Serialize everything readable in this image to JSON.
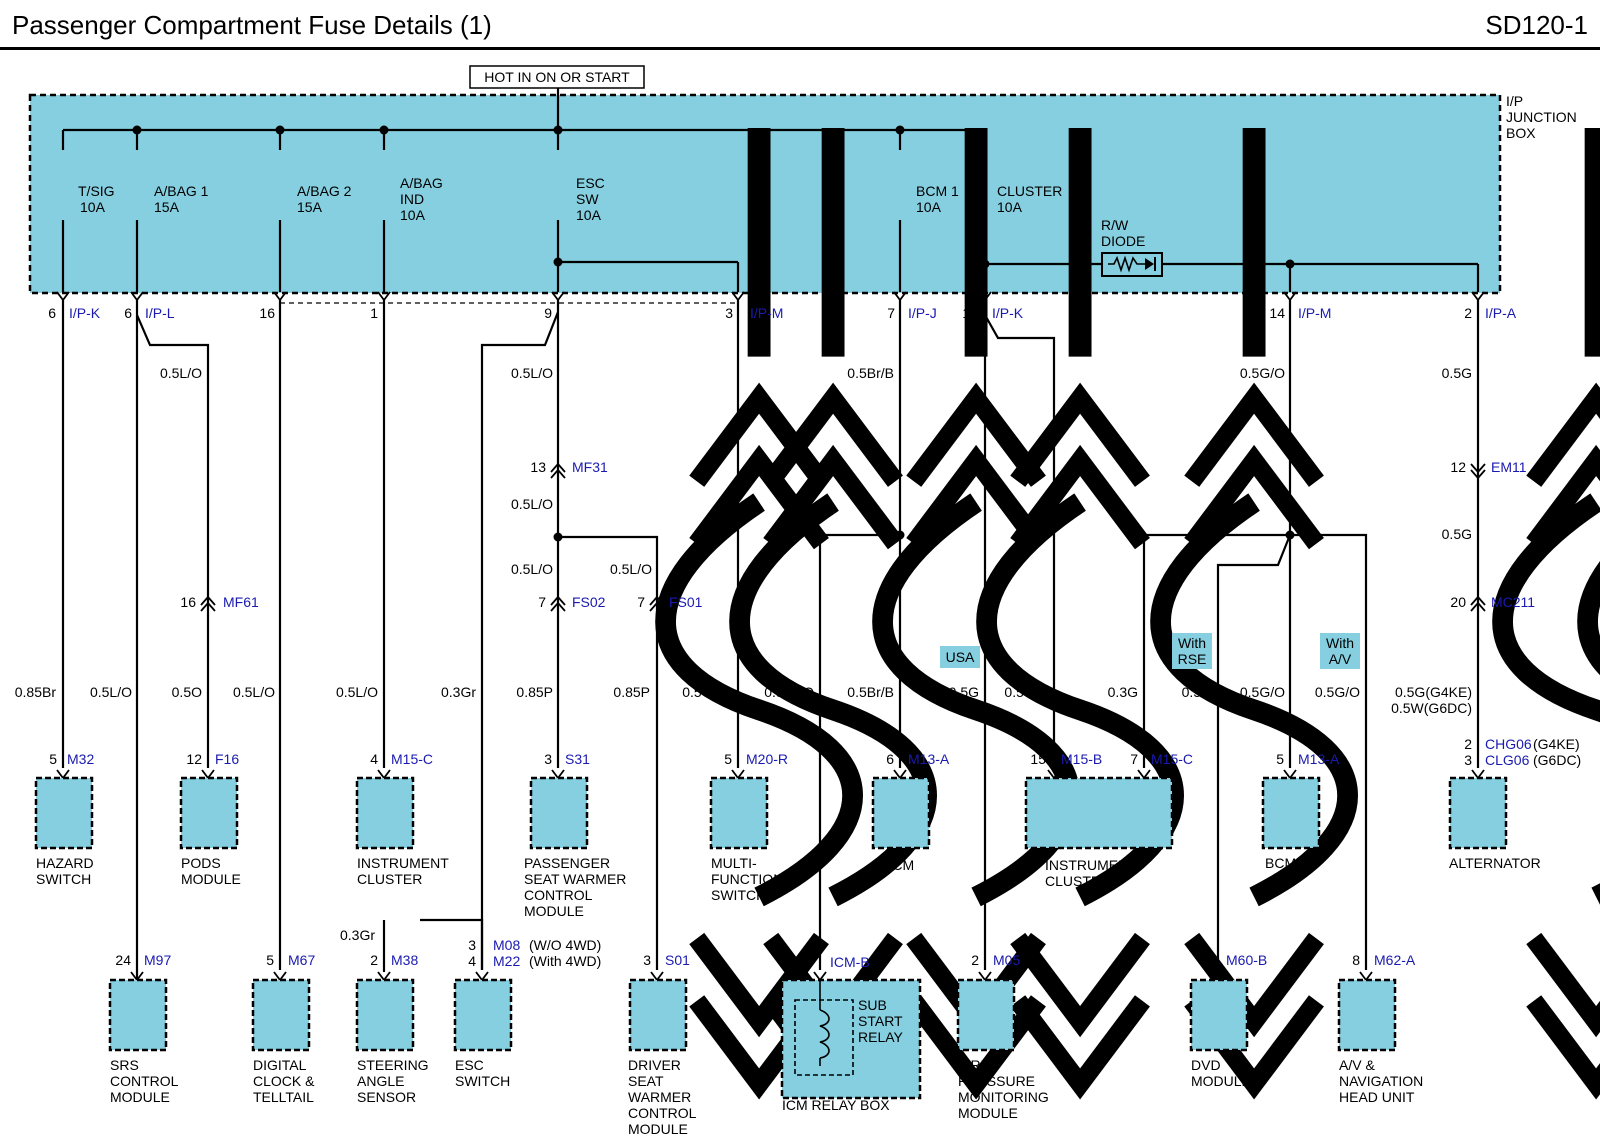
{
  "header": {
    "title": "Passenger Compartment Fuse Details (1)",
    "code": "SD120-1"
  },
  "supply": "HOT IN ON OR START",
  "junction_box": {
    "line1": "I/P",
    "line2": "JUNCTION",
    "line3": "BOX"
  },
  "fuses": {
    "tsig": [
      "T/SIG",
      "10A"
    ],
    "abag1": [
      "A/BAG 1",
      "15A"
    ],
    "abag2": [
      "A/BAG 2",
      "15A"
    ],
    "abagind": [
      "A/BAG",
      "IND",
      "10A"
    ],
    "escsw": [
      "ESC",
      "SW",
      "10A"
    ],
    "bcm1": [
      "BCM 1",
      "10A"
    ],
    "cluster": [
      "CLUSTER",
      "10A"
    ]
  },
  "diode": [
    "R/W",
    "DIODE"
  ],
  "jb_pins": {
    "p1": [
      "6",
      "I/P-K"
    ],
    "p2": [
      "6",
      "I/P-L"
    ],
    "p3": [
      "16"
    ],
    "p4": [
      "1"
    ],
    "p5": [
      "9"
    ],
    "p6": [
      "3",
      "I/P-M"
    ],
    "p7": [
      "7",
      "I/P-J"
    ],
    "p8": [
      "10",
      "I/P-K"
    ],
    "p9": [
      "14",
      "I/P-M"
    ],
    "p10": [
      "2",
      "I/P-A"
    ]
  },
  "wires": {
    "w1": "0.5L/O",
    "w2": "0.5L/O",
    "w3": "0.5L/O",
    "w4": "0.5L/O",
    "w5": "0.5L/O",
    "w6": "0.5Br/B",
    "w7": "0.5G/O",
    "w8": "0.5G",
    "w9": "0.5G",
    "b1": "0.85Br",
    "b2": "0.5L/O",
    "b3": "0.5O",
    "b4": "0.5L/O",
    "b5": "0.5L/O",
    "b6": "0.3Gr",
    "b7": "0.85P",
    "b8": "0.85P",
    "b9": "0.5Gr/O",
    "b10": "0.5Gr/O",
    "b11": "0.5Br/B",
    "b12": "0.5G",
    "b13": "0.5G/B",
    "b14": "0.3G",
    "b15": "0.5G",
    "b16": "0.5G/O",
    "b17": "0.5G/O",
    "b18a": "0.5G(G4KE)",
    "b18b": "0.5W(G6DC)",
    "s1": "0.3Gr"
  },
  "connectors": {
    "mf31": [
      "13",
      "MF31"
    ],
    "mf61": [
      "16",
      "MF61"
    ],
    "fs02": [
      "7",
      "FS02"
    ],
    "fs01": [
      "7",
      "FS01"
    ],
    "em11": [
      "12",
      "EM11"
    ],
    "mc211": [
      "20",
      "MC211"
    ]
  },
  "options": {
    "usa": "USA",
    "rse": [
      "With",
      "RSE"
    ],
    "av": [
      "With",
      "A/V"
    ]
  },
  "components": {
    "hazard": {
      "pin": "5",
      "conn": "M32",
      "name": [
        "HAZARD",
        "SWITCH"
      ]
    },
    "pods": {
      "pin": "12",
      "conn": "F16",
      "name": [
        "PODS",
        "MODULE"
      ]
    },
    "ic1": {
      "pin": "4",
      "conn": "M15-C",
      "name": [
        "INSTRUMENT",
        "CLUSTER"
      ]
    },
    "psw": {
      "pin": "3",
      "conn": "S31",
      "name": [
        "PASSENGER",
        "SEAT WARMER",
        "CONTROL",
        "MODULE"
      ]
    },
    "mfs": {
      "pin": "5",
      "conn": "M20-R",
      "name": [
        "MULTI-",
        "FUNCTION",
        "SWITCH"
      ]
    },
    "bcma": {
      "pin": "6",
      "conn": "M13-A",
      "name": [
        "BCM"
      ]
    },
    "ic2": {
      "pin1": "15",
      "conn1": "M15-B",
      "pin2": "7",
      "conn2": "M15-C",
      "name": [
        "INSTRUMENT",
        "CLUSTER"
      ]
    },
    "bcmb": {
      "pin": "5",
      "conn": "M13-A",
      "name": [
        "BCM"
      ]
    },
    "alt": {
      "pin1": "2",
      "conn1": "CHG06",
      "sfx1": "(G4KE)",
      "pin2": "3",
      "conn2": "CLG06",
      "sfx2": "(G6DC)",
      "name": [
        "ALTERNATOR"
      ]
    },
    "srs": {
      "pin": "24",
      "conn": "M97",
      "name": [
        "SRS",
        "CONTROL",
        "MODULE"
      ]
    },
    "clock": {
      "pin": "5",
      "conn": "M67",
      "name": [
        "DIGITAL",
        "CLOCK &",
        "TELLTAIL"
      ]
    },
    "steer": {
      "pin": "2",
      "conn": "M38",
      "name": [
        "STEERING",
        "ANGLE",
        "SENSOR"
      ]
    },
    "esc": {
      "pin1": "3",
      "conn1": "M08",
      "sfx1": "(W/O 4WD)",
      "pin2": "4",
      "conn2": "M22",
      "sfx2": "(With 4WD)",
      "name": [
        "ESC",
        "SWITCH"
      ]
    },
    "dsw": {
      "pin": "3",
      "conn": "S01",
      "name": [
        "DRIVER",
        "SEAT",
        "WARMER",
        "CONTROL",
        "MODULE"
      ]
    },
    "icm": {
      "pin": "9",
      "conn": "ICM-B",
      "relay": [
        "SUB",
        "START",
        "RELAY"
      ],
      "name": "ICM RELAY BOX"
    },
    "tpms": {
      "pin": "2",
      "conn": "M05",
      "name": [
        "TIRE",
        "PRESSURE",
        "MONITORING",
        "MODULE"
      ]
    },
    "dvd": {
      "pin": "1",
      "conn": "M60-B",
      "name": [
        "DVD",
        "MODULE"
      ]
    },
    "av": {
      "pin": "8",
      "conn": "M62-A",
      "name": [
        "A/V &",
        "NAVIGATION",
        "HEAD UNIT"
      ]
    }
  }
}
